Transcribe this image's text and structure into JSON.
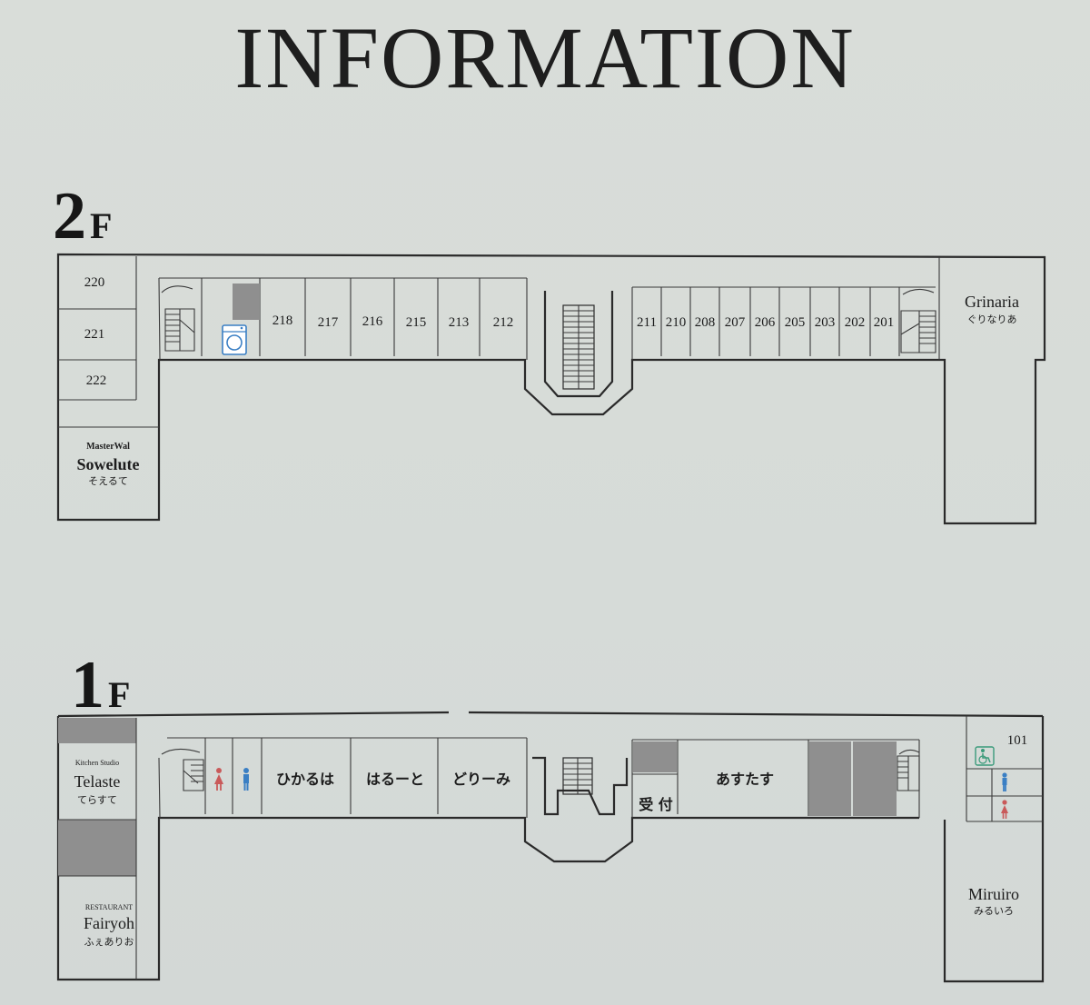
{
  "title": "INFORMATION",
  "floors": {
    "f2": {
      "label_num": "2",
      "label_unit": "F",
      "left_rooms": [
        "220",
        "221",
        "222"
      ],
      "rooms_left_wing": [
        "218",
        "217",
        "216",
        "215",
        "213",
        "212"
      ],
      "rooms_right_wing": [
        "211",
        "210",
        "208",
        "207",
        "206",
        "205",
        "203",
        "202",
        "201"
      ],
      "shop_left": {
        "tag": "MasterWal",
        "name": "Sowelute",
        "kana": "そえるて"
      },
      "shop_right": {
        "name": "Grinaria",
        "kana": "ぐりなりあ"
      }
    },
    "f1": {
      "label_num": "1",
      "label_unit": "F",
      "rooms": [
        "ひかるは",
        "はるーと",
        "どりーみ",
        "あすたす"
      ],
      "reception": "受 付",
      "room_101": "101",
      "shop_kitchen": {
        "tag": "Kitchen Studio",
        "name": "Telaste",
        "kana": "てらすて"
      },
      "shop_restaurant": {
        "tag": "RESTAURANT",
        "name": "Fairyoh",
        "kana": "ふぇありお"
      },
      "shop_right": {
        "name": "Miruiro",
        "kana": "みるいろ"
      }
    }
  },
  "icons": {
    "laundry": "washing-machine-icon",
    "female": "female-restroom-icon",
    "male": "male-restroom-icon",
    "wheelchair": "accessible-restroom-icon"
  },
  "colors": {
    "icon_blue": "#3a7fc4",
    "icon_red": "#c95a5a",
    "room_grey": "#8f8f8f"
  }
}
